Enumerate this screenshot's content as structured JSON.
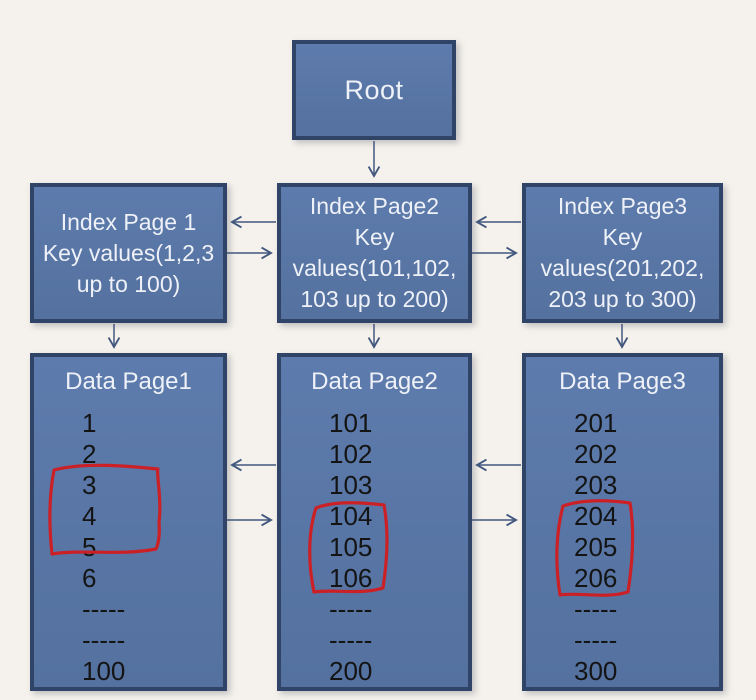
{
  "diagram": {
    "root_label": "Root",
    "index_pages": [
      {
        "lines": [
          "Index Page 1",
          "Key values(1,2,3",
          "up to 100)",
          ""
        ]
      },
      {
        "lines": [
          "Index Page2",
          "Key",
          "values(101,102,",
          "103 up to 200)"
        ]
      },
      {
        "lines": [
          "Index Page3",
          "Key",
          "values(201,202,",
          "203 up to 300)"
        ]
      }
    ],
    "data_pages": [
      {
        "title": "Data Page1",
        "items": [
          "1",
          "2",
          "3",
          "4",
          "5",
          "6",
          "-----",
          "-----",
          "100"
        ],
        "highlighted_items": [
          "3",
          "4",
          "5"
        ]
      },
      {
        "title": "Data Page2",
        "items": [
          "101",
          "102",
          "103",
          "104",
          "105",
          "106",
          "-----",
          "-----",
          "200"
        ],
        "highlighted_items": [
          "104",
          "105",
          "106"
        ]
      },
      {
        "title": "Data Page3",
        "items": [
          "201",
          "202",
          "203",
          "204",
          "205",
          "206",
          "-----",
          "-----",
          "300"
        ],
        "highlighted_items": [
          "204",
          "205",
          "206"
        ]
      }
    ],
    "colors": {
      "background": "#f5f1ec",
      "node_fill": "#5876a8",
      "node_border": "#2f4467",
      "node_title_text": "#eef1f7",
      "item_text": "#141414",
      "arrow": "#42587e",
      "highlight": "#cb2026"
    }
  }
}
